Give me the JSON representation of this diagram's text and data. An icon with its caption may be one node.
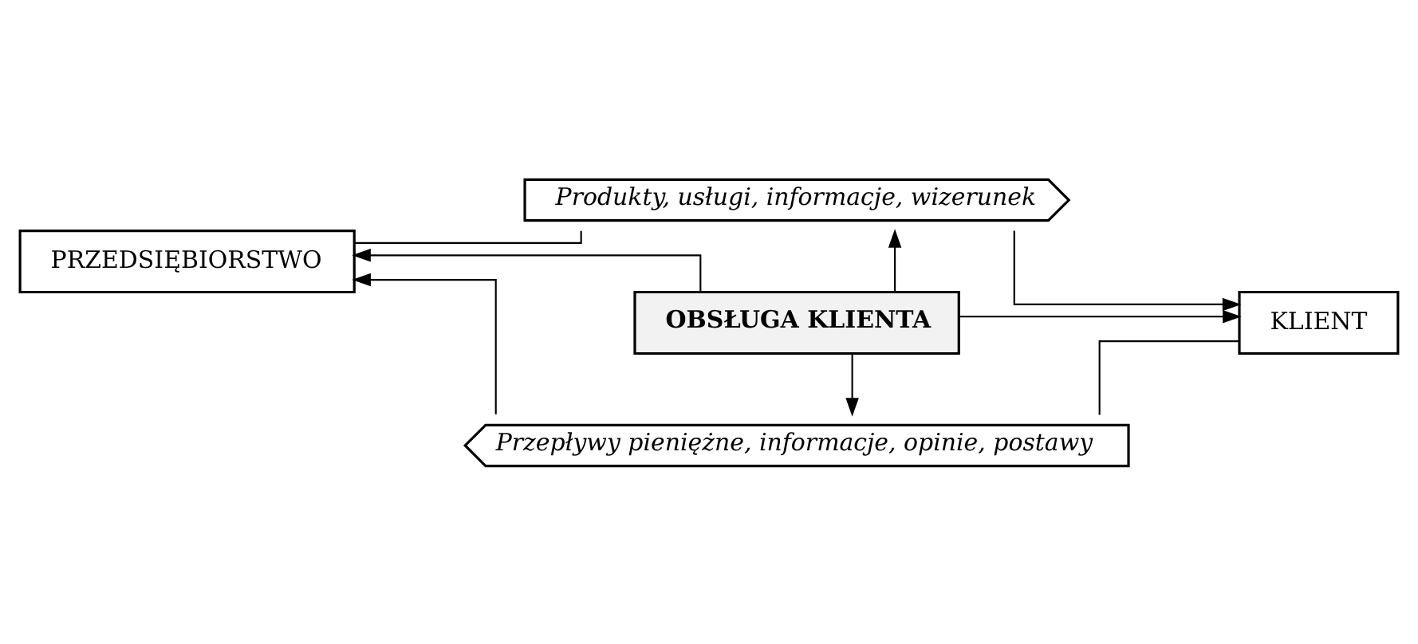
{
  "diagram": {
    "nodes": [
      {
        "text": [
          "PRZEDSIĘBIORSTWO"
        ]
      },
      {
        "text": [
          "Produkty, usługi, informacje, wizerunek"
        ]
      },
      {
        "text": [
          "OBSŁUGA KLIENTA"
        ]
      },
      {
        "text": [
          "KLIENT"
        ]
      },
      {
        "text": [
          "Przepływy pieniężne, informacje, opinie, postawy"
        ]
      }
    ],
    "edges": [
      {
        "from": 0,
        "to": 1,
        "arrow": "none"
      },
      {
        "from": 1,
        "to": 3,
        "arrow": "to"
      },
      {
        "from": 3,
        "to": 4,
        "arrow": "none"
      },
      {
        "from": 4,
        "to": 0,
        "arrow": "to"
      },
      {
        "from": 2,
        "to": 0,
        "arrow": "to"
      },
      {
        "from": 2,
        "to": 3,
        "arrow": "to"
      },
      {
        "from": 2,
        "to": 1,
        "arrow": "to"
      },
      {
        "from": 2,
        "to": 4,
        "arrow": "to"
      }
    ]
  }
}
